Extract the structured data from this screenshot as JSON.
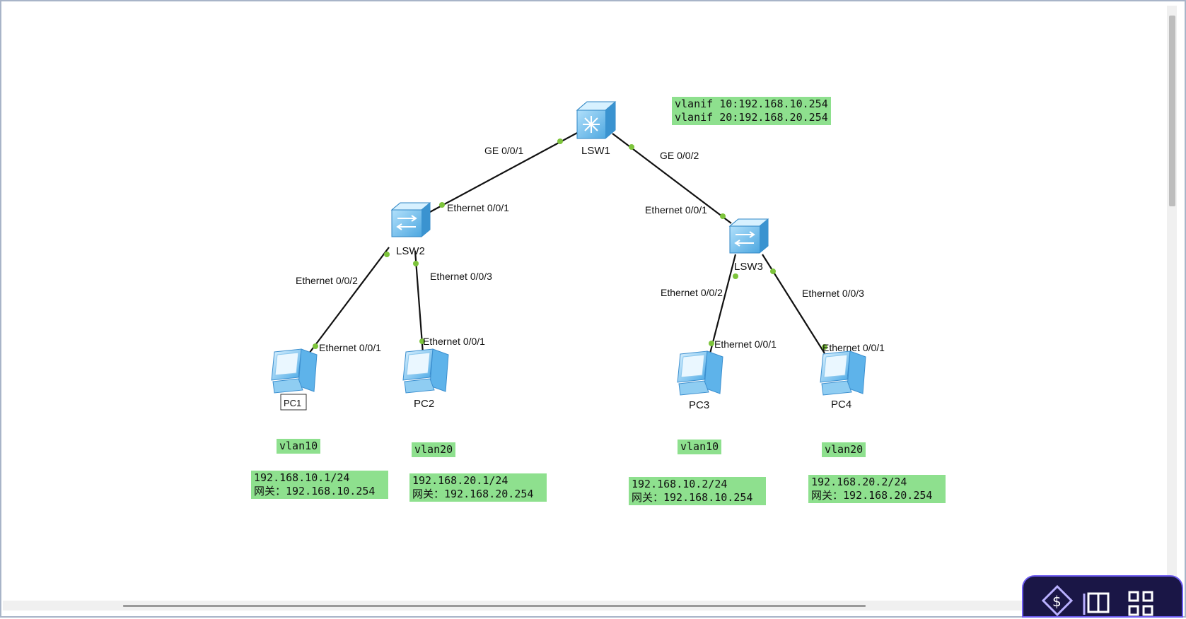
{
  "devices": {
    "lsw1": "LSW1",
    "lsw2": "LSW2",
    "lsw3": "LSW3",
    "pc1": "PC1",
    "pc2": "PC2",
    "pc3": "PC3",
    "pc4": "PC4"
  },
  "ports": {
    "lsw1_ge001": "GE 0/0/1",
    "lsw1_ge002": "GE 0/0/2",
    "lsw2_eth001": "Ethernet 0/0/1",
    "lsw2_eth002": "Ethernet 0/0/2",
    "lsw2_eth003": "Ethernet 0/0/3",
    "lsw3_eth001": "Ethernet 0/0/1",
    "lsw3_eth002": "Ethernet 0/0/2",
    "lsw3_eth003": "Ethernet 0/0/3",
    "pc1_eth001": "Ethernet 0/0/1",
    "pc2_eth001": "Ethernet 0/0/1",
    "pc3_eth001": "Ethernet 0/0/1",
    "pc4_eth001": "Ethernet 0/0/1"
  },
  "notes": {
    "vlanif_line1": "vlanif 10:192.168.10.254",
    "vlanif_line2": "vlanif 20:192.168.20.254",
    "pc1_vlan": "vlan10",
    "pc2_vlan": "vlan20",
    "pc3_vlan": "vlan10",
    "pc4_vlan": "vlan20",
    "pc1_ip": "192.168.10.1/24",
    "pc1_gw": "网关：192.168.10.254",
    "pc2_ip": "192.168.20.1/24",
    "pc2_gw": "网关：192.168.20.254",
    "pc3_ip": "192.168.10.2/24",
    "pc3_gw": "网关：192.168.10.254",
    "pc4_ip": "192.168.20.2/24",
    "pc4_gw": "网关：192.168.20.254"
  },
  "colors": {
    "note_bg": "#8ee08e",
    "link": "#111111",
    "port_dot": "#7dc43b",
    "device_blue": "#5fb8ec"
  }
}
